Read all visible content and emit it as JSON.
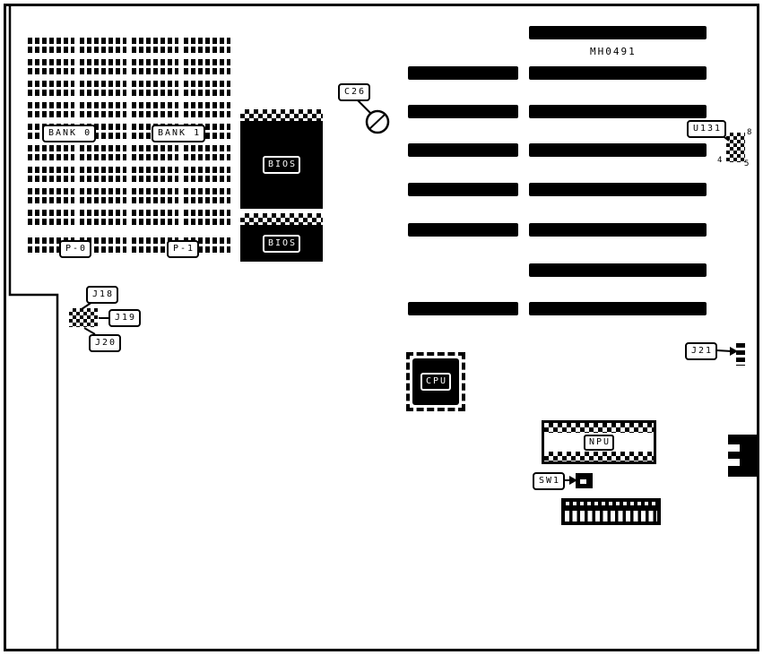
{
  "diagram": {
    "memory": {
      "bank0": "BANK 0",
      "bank1": "BANK 1",
      "p0": "P-0",
      "p1": "P-1"
    },
    "bios": {
      "chip1": "BIOS",
      "chip2": "BIOS"
    },
    "capacitor": {
      "label": "C26"
    },
    "board_id": "MH0491",
    "u131": {
      "label": "U131",
      "pin8": "8",
      "pin4": "4",
      "pin5": "5"
    },
    "jumpers": {
      "j18": "J18",
      "j19": "J19",
      "j20": "J20",
      "j21": "J21"
    },
    "cpu": "CPU",
    "npu": "NPU",
    "switch": "SW1"
  }
}
